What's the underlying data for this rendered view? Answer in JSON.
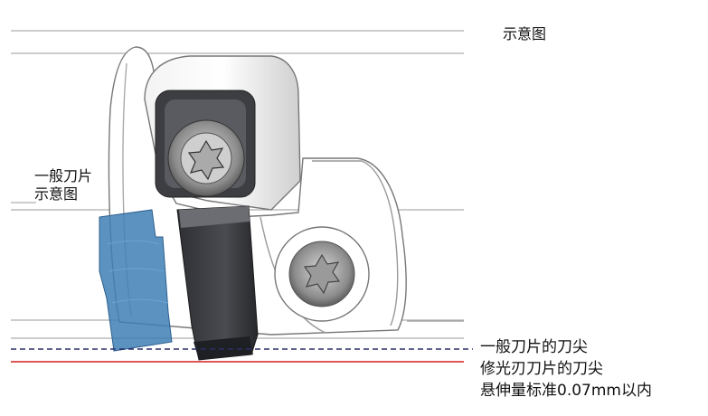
{
  "title": "示意图",
  "general_insert_label": {
    "line1": "一般刀片",
    "line2": "示意图"
  },
  "right_annotation": {
    "line1": "一般刀片的刀尖",
    "line2": "修光刃刀片的刀尖",
    "line3": "悬伸量标准0.07mm以内"
  },
  "colors": {
    "general_tip_line": "#2a2f6b",
    "wiper_tip_line": "#d42020",
    "general_insert": "#3f7fb5",
    "wiper_insert": "#3a3b3f"
  }
}
